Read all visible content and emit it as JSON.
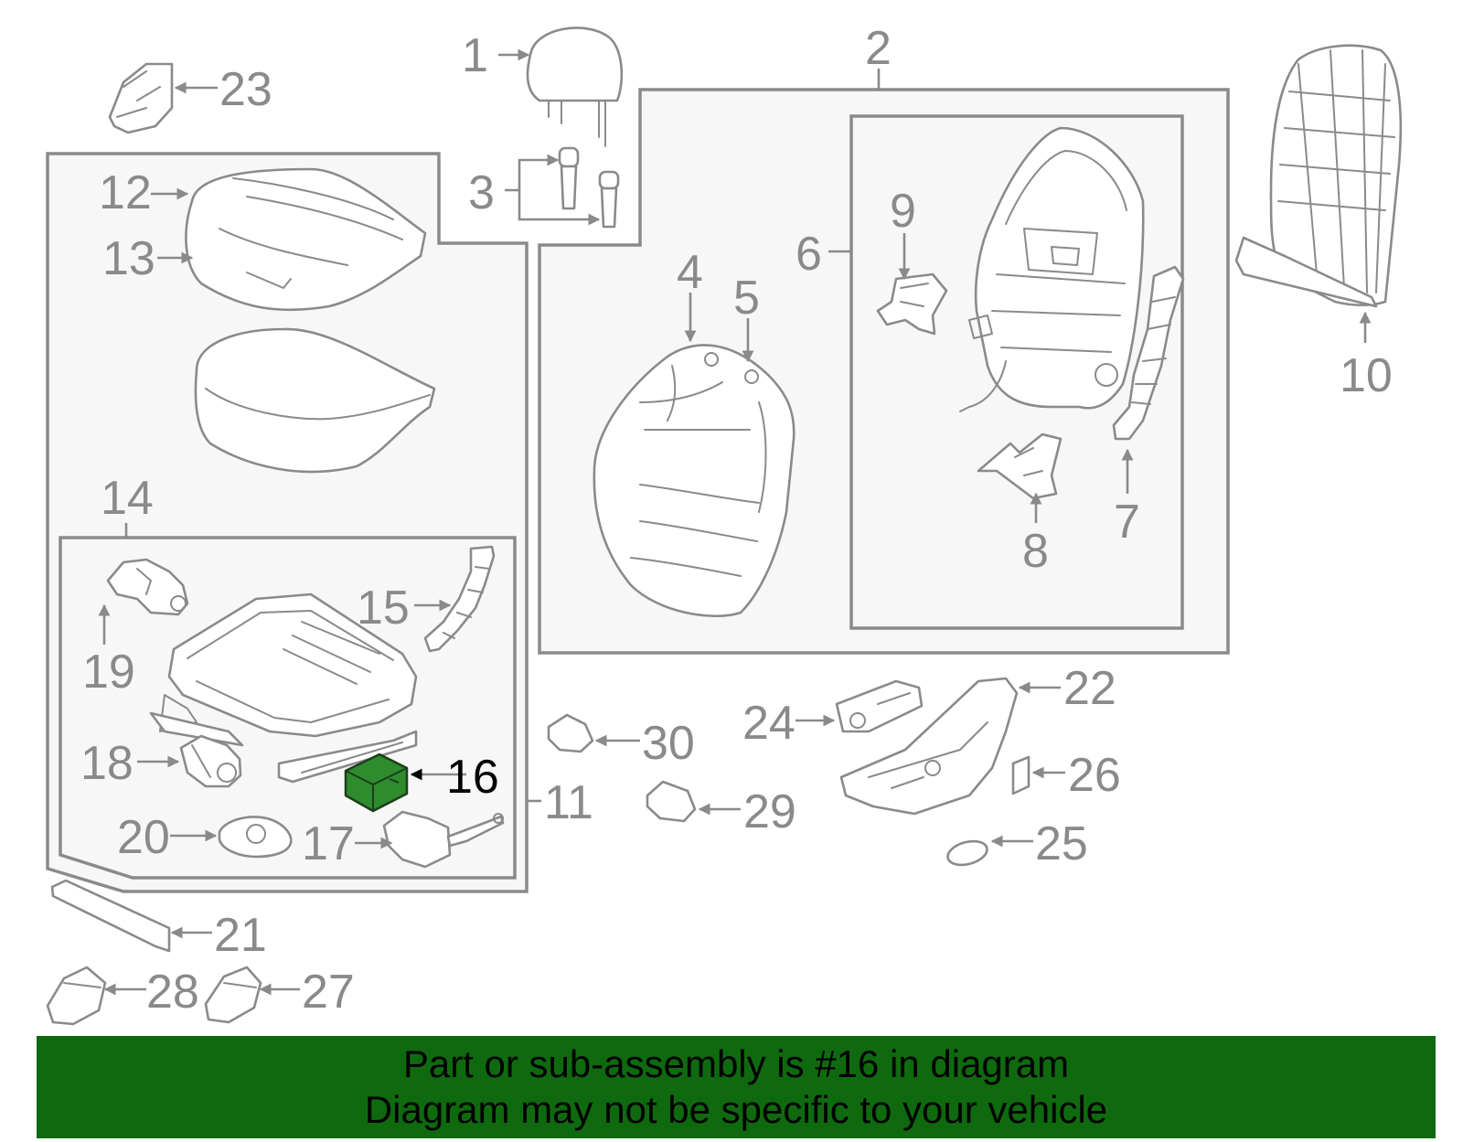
{
  "diagram": {
    "highlight_color": "#2e8b2e",
    "line_color": "#8a8a8a",
    "highlighted_part": "16",
    "callouts": [
      "1",
      "2",
      "3",
      "4",
      "5",
      "6",
      "7",
      "8",
      "9",
      "10",
      "11",
      "12",
      "13",
      "14",
      "15",
      "16",
      "17",
      "18",
      "19",
      "20",
      "21",
      "22",
      "23",
      "24",
      "25",
      "26",
      "27",
      "28",
      "29",
      "30"
    ]
  },
  "banner": {
    "background": "#0f6a0f",
    "line1": "Part or sub-assembly is #16 in diagram",
    "line2": "Diagram may not be specific to your vehicle"
  }
}
